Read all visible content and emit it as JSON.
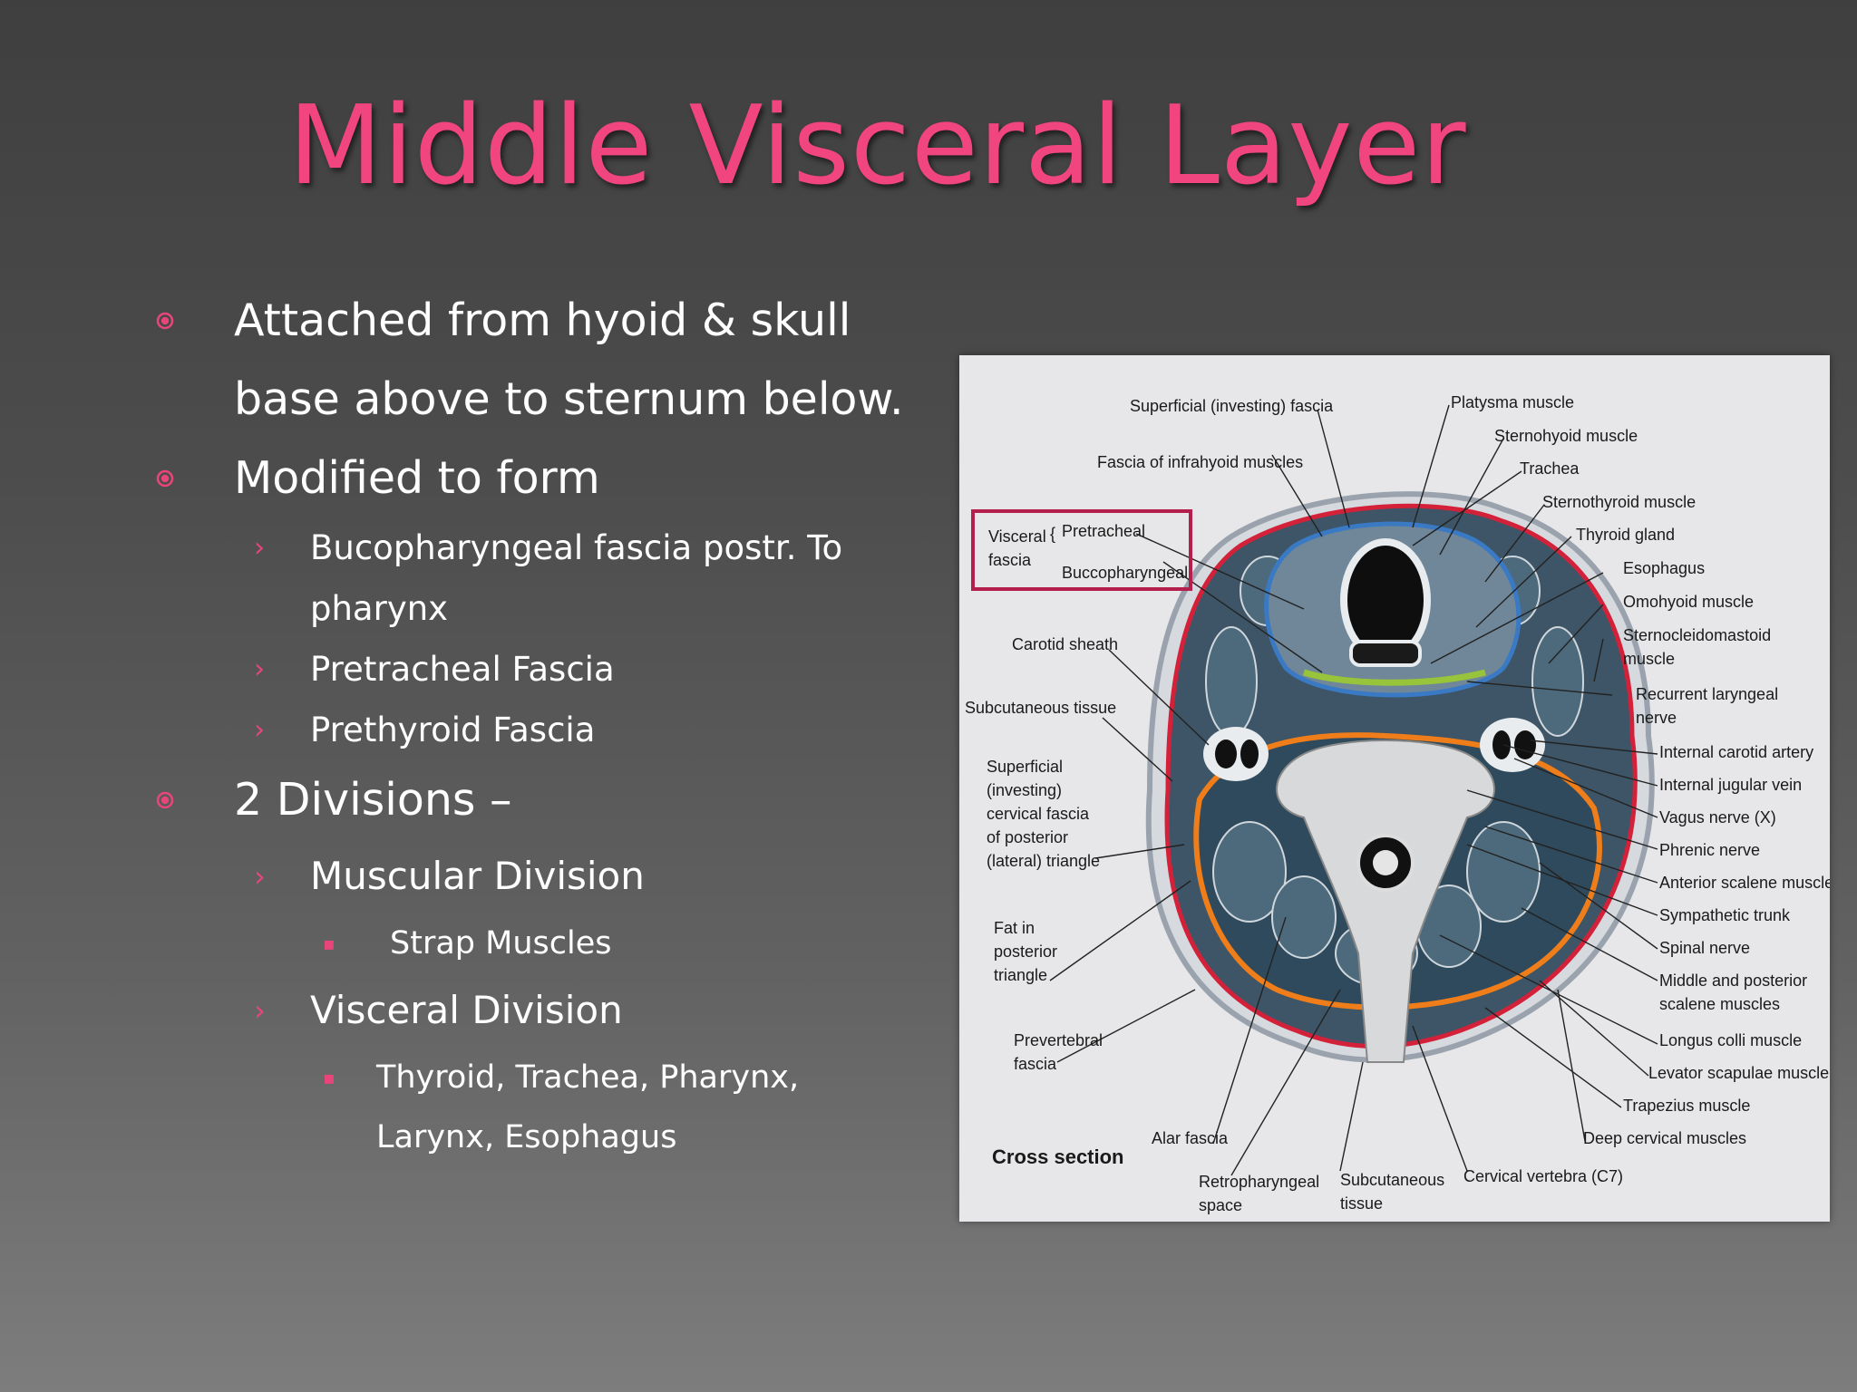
{
  "slide": {
    "title": "Middle Visceral Layer",
    "accent_color": "#f0457f",
    "bullets": {
      "b1_line1": "Attached from hyoid & skull",
      "b1_line2": "base above to sternum below.",
      "b2": "Modified to form",
      "b2_s1_line1": "Bucopharyngeal fascia postr. To",
      "b2_s1_line2": "pharynx",
      "b2_s2": "Pretracheal Fascia",
      "b2_s3": "Prethyroid Fascia",
      "b3": "2  Divisions –",
      "b3_s1": "Muscular Division",
      "b3_s1_t1": "Strap Muscles",
      "b3_s2": "Visceral Division",
      "b3_s2_t1_line1": "Thyroid, Trachea, Pharynx,",
      "b3_s2_t1_line2": "Larynx, Esophagus"
    },
    "bullet_glyphs": {
      "level2": "›",
      "level3": "▪"
    }
  },
  "diagram": {
    "left_labels": {
      "superficial_fascia": "Superficial (investing) fascia",
      "infrahyoid": "Fascia of infrahyoid muscles",
      "visceral_1": "Visceral",
      "visceral_2": "fascia",
      "pretracheal": "Pretracheal",
      "buccopharyngeal": "Buccopharyngeal",
      "carotid_sheath": "Carotid sheath",
      "subcutaneous": "Subcutaneous tissue",
      "sic_1": "Superficial",
      "sic_2": "(investing)",
      "sic_3": "cervical fascia",
      "sic_4": "of posterior",
      "sic_5": "(lateral) triangle",
      "fat_1": "Fat in",
      "fat_2": "posterior",
      "fat_3": "triangle",
      "prev_1": "Prevertebral",
      "prev_2": "fascia",
      "cross_section": "Cross section"
    },
    "right_labels": {
      "platysma": "Platysma muscle",
      "sternohyoid": "Sternohyoid muscle",
      "trachea": "Trachea",
      "sternothyroid": "Sternothyroid muscle",
      "thyroid": "Thyroid gland",
      "esophagus": "Esophagus",
      "omohyoid": "Omohyoid muscle",
      "scm_1": "Sternocleidomastoid",
      "scm_2": "muscle",
      "rln_1": "Recurrent laryngeal",
      "rln_2": "nerve",
      "ica": "Internal carotid artery",
      "ijv": "Internal jugular vein",
      "vagus": "Vagus nerve (X)",
      "phrenic": "Phrenic nerve",
      "ant_scalene": "Anterior scalene muscle",
      "sympathetic": "Sympathetic trunk",
      "spinal": "Spinal nerve",
      "msm_1": "Middle and posterior",
      "msm_2": "scalene muscles",
      "longus": "Longus colli muscle",
      "levator": "Levator scapulae muscle",
      "trapezius": "Trapezius muscle",
      "deep": "Deep cervical muscles"
    },
    "bottom_labels": {
      "alar": "Alar fascia",
      "retro_1": "Retropharyngeal",
      "retro_2": "space",
      "subq_1": "Subcutaneous",
      "subq_2": "tissue",
      "c7": "Cervical vertebra (C7)"
    }
  }
}
